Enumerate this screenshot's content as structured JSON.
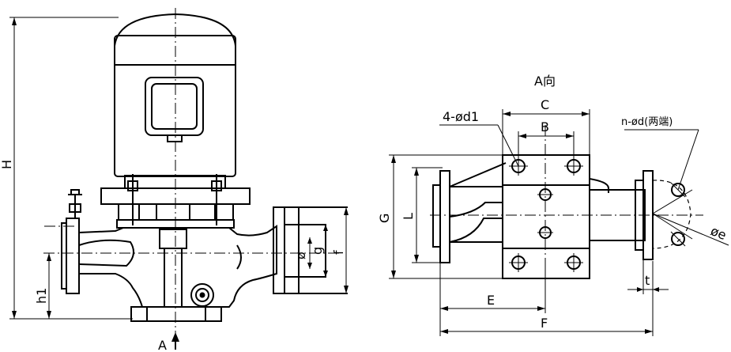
{
  "view_a_title": "A向",
  "section_mark": "A",
  "labels": {
    "H": "H",
    "h1": "h1",
    "phi": "ø",
    "g": "g",
    "f": "f",
    "C": "C",
    "B": "B",
    "G": "G",
    "L": "L",
    "E": "E",
    "F": "F",
    "t": "t",
    "phi_e": "øe",
    "bolt_holes": "4-ød1",
    "flange_holes": "n-ød(两端)"
  }
}
